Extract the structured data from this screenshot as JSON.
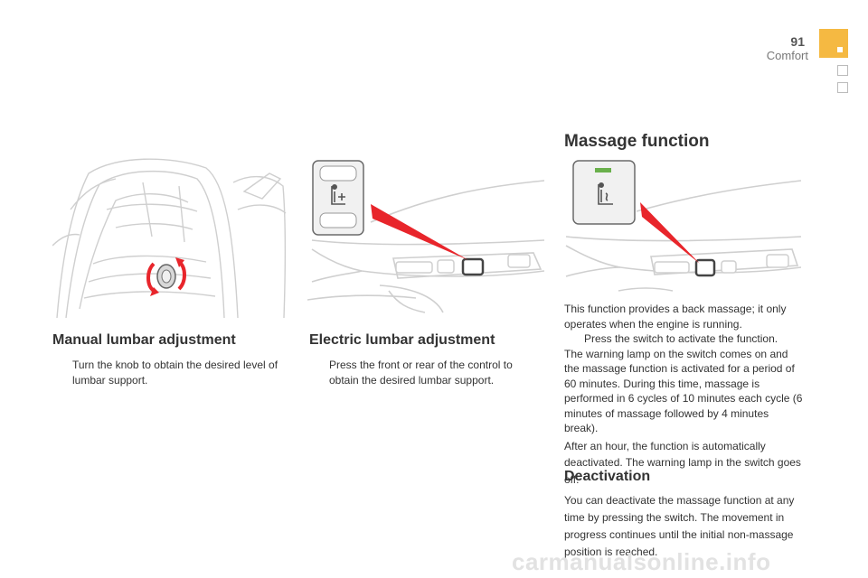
{
  "header": {
    "page_number": "91",
    "section": "Comfort"
  },
  "manual": {
    "title": "Manual lumbar adjustment",
    "bullet": "Turn the knob to obtain the desired level of lumbar support."
  },
  "electric": {
    "title": "Electric lumbar adjustment",
    "bullet": "Press the front or rear of the control to obtain the desired lumbar support."
  },
  "massage": {
    "title": "Massage function",
    "intro": "This function provides a back massage; it only operates when the engine is running.",
    "bullet": "Press the switch to activate the function.",
    "body": "The warning lamp on the switch comes on and the massage function is activated for a period of 60 minutes. During this time, massage is performed in 6 cycles of 10 minutes each cycle (6 minutes of massage followed by 4 minutes break).",
    "after": "After an hour, the function is automatically deactivated. The warning lamp in the switch goes off."
  },
  "deactivation": {
    "title": "Deactivation",
    "text": "You can deactivate the massage function at any time by pressing the switch. The movement in progress continues until the initial non-massage position is reached."
  },
  "bullet_glyph": "",
  "watermark": "carmanualsonline.info",
  "colors": {
    "accent": "#f5b942",
    "arrow": "#e8252b",
    "lamp": "#6ab04c"
  },
  "icons": [
    "seat-lumbar-icon",
    "seat-massage-icon"
  ]
}
